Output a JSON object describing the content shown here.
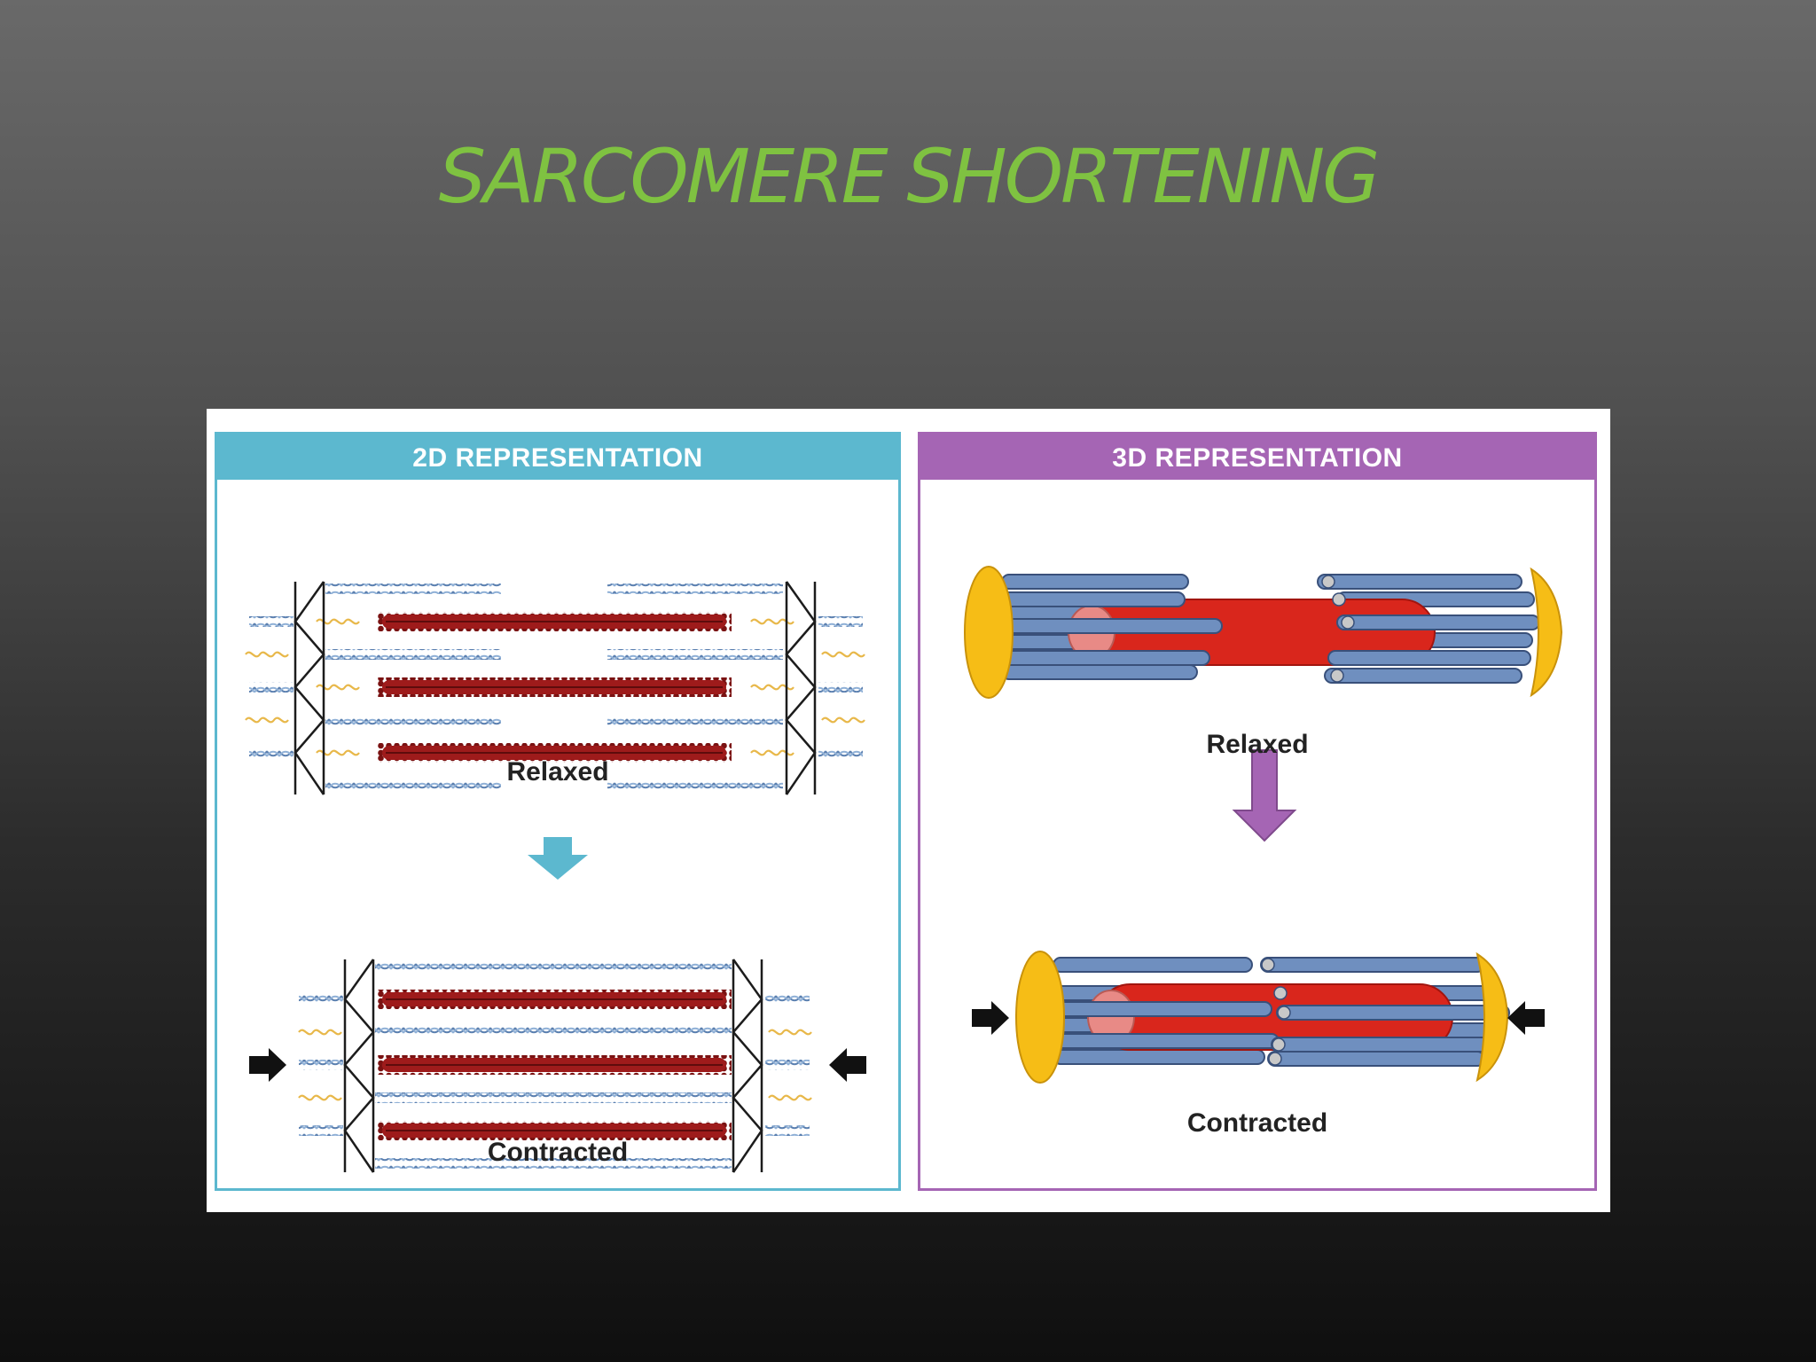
{
  "slide": {
    "title": "SARCOMERE SHORTENING"
  },
  "panels": {
    "two_d": {
      "header": "2D REPRESENTATION",
      "relaxed_label": "Relaxed",
      "contracted_label": "Contracted"
    },
    "three_d": {
      "header": "3D REPRESENTATION",
      "relaxed_label": "Relaxed",
      "contracted_label": "Contracted"
    }
  },
  "colors": {
    "title_green": "#7fc241",
    "panel_2d_accent": "#5cb8cf",
    "panel_3d_accent": "#a565b4",
    "myosin_dark_red": "#9e1b1b",
    "myosin_red": "#d9261c",
    "actin_blue": "#6f8fbf",
    "z_disc_yellow": "#f6bd16",
    "titin_yellow": "#e8b84a"
  },
  "icons": [
    "down-arrow-icon",
    "right-arrow-icon",
    "left-arrow-icon"
  ]
}
